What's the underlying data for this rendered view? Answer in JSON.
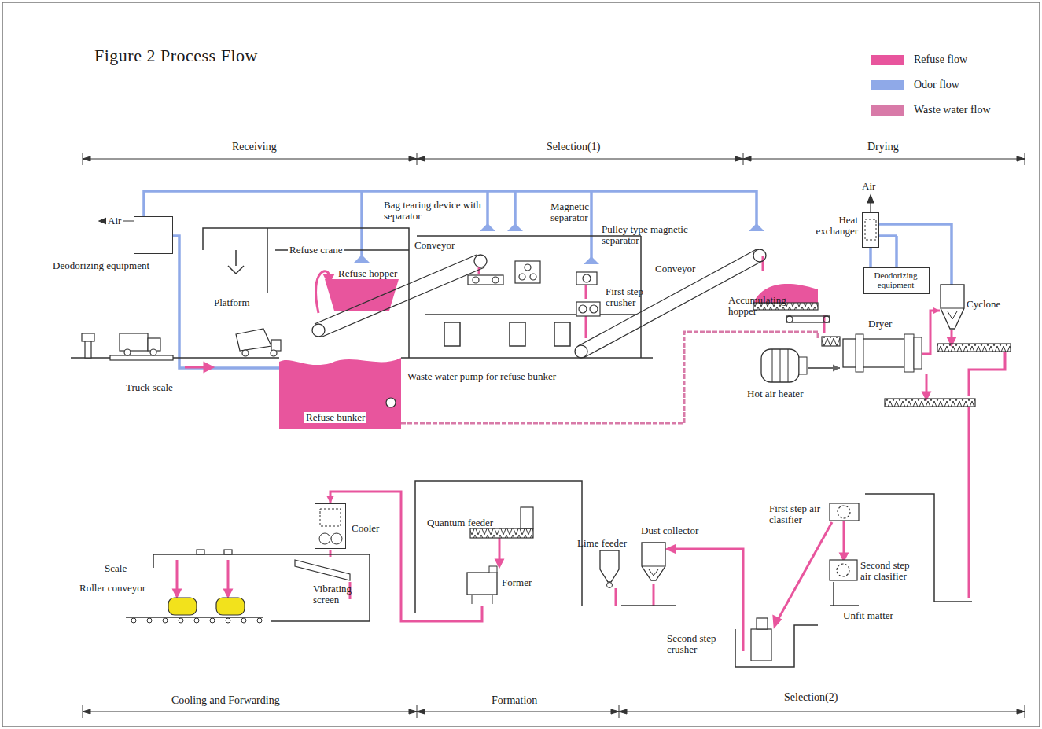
{
  "diagram": {
    "title": "Figure 2 Process Flow",
    "nodes": [
      {
        "text": [
          "Deodorizing equipment"
        ]
      },
      {
        "text": [
          "Heat exchanger"
        ]
      },
      {
        "text": [
          "Deodorizing equipment"
        ]
      },
      {
        "text": [
          "Cyclone"
        ]
      },
      {
        "text": [
          "Dryer"
        ]
      },
      {
        "text": [
          "Hot air heater"
        ]
      },
      {
        "text": [
          "Cooler"
        ]
      },
      {
        "text": [
          "Dust collector"
        ]
      },
      {
        "text": [
          "Lime feeder"
        ]
      },
      {
        "text": [
          "Former"
        ]
      }
    ],
    "edges": [
      {
        "from": 3,
        "to": 1,
        "arrow": "none"
      },
      {
        "from": 1,
        "to": 2,
        "arrow": "none"
      },
      {
        "from": 4,
        "to": 3,
        "arrow": "to"
      },
      {
        "from": 5,
        "to": 4,
        "arrow": "to"
      },
      {
        "from": 9,
        "to": 6,
        "arrow": "to"
      }
    ],
    "labels": [
      "Receiving",
      "Selection(1)",
      "Drying",
      "Air",
      "Platform",
      "Refuse crane",
      "Refuse hopper",
      "Conveyor",
      "Bag tearing device with separator",
      "Magnetic separator",
      "Pulley type magnetic separator",
      "First step crusher",
      "Conveyor",
      "Accumulating hopper",
      "Truck scale",
      "Waste water pump for refuse bunker",
      "Refuse bunker",
      "Air",
      "First step air clasifier",
      "Second step air clasifier",
      "Unfit matter",
      "Second step crusher",
      "Quantum feeder",
      "Vibrating screen",
      "Scale",
      "Roller conveyor",
      "Cooling and Forwarding",
      "Formation",
      "Selection(2)"
    ],
    "legend": [
      {
        "text": "Refuse flow",
        "color": "#e8559d"
      },
      {
        "text": "Odor flow",
        "color": "#8fa9e8"
      },
      {
        "text": "Waste water flow",
        "color": "#d87aa8"
      }
    ]
  }
}
